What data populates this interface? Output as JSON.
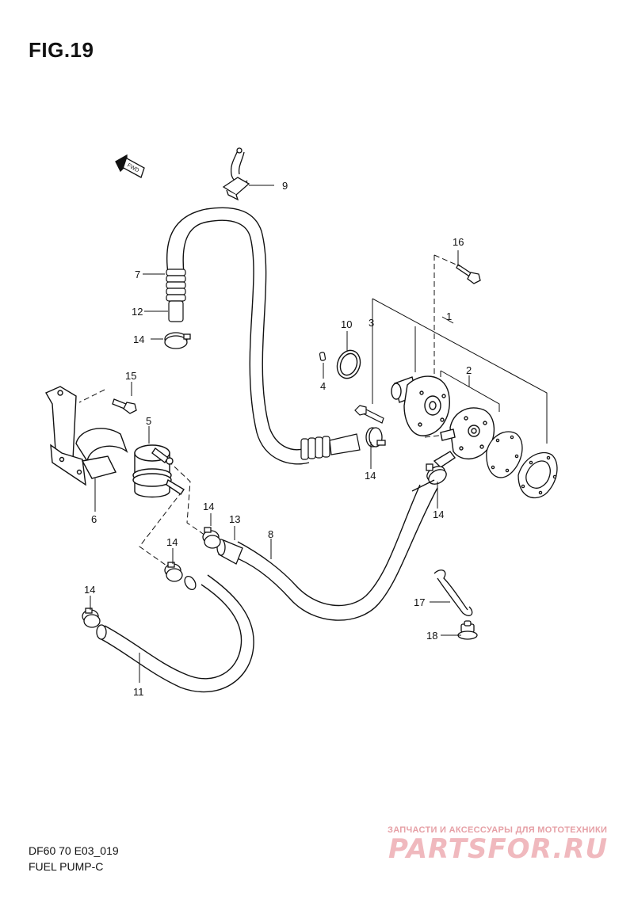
{
  "figure": {
    "title": "FIG.19"
  },
  "direction_tag": "FWD",
  "callouts": [
    {
      "id": "c1",
      "label": "1"
    },
    {
      "id": "c2",
      "label": "2"
    },
    {
      "id": "c3",
      "label": "3"
    },
    {
      "id": "c4",
      "label": "4"
    },
    {
      "id": "c5",
      "label": "5"
    },
    {
      "id": "c6",
      "label": "6"
    },
    {
      "id": "c7",
      "label": "7"
    },
    {
      "id": "c8",
      "label": "8"
    },
    {
      "id": "c9",
      "label": "9"
    },
    {
      "id": "c10",
      "label": "10"
    },
    {
      "id": "c11",
      "label": "11"
    },
    {
      "id": "c12",
      "label": "12"
    },
    {
      "id": "c13",
      "label": "13"
    },
    {
      "id": "c14a",
      "label": "14"
    },
    {
      "id": "c14b",
      "label": "14"
    },
    {
      "id": "c14c",
      "label": "14"
    },
    {
      "id": "c14d",
      "label": "14"
    },
    {
      "id": "c14e",
      "label": "14"
    },
    {
      "id": "c14f",
      "label": "14"
    },
    {
      "id": "c15",
      "label": "15"
    },
    {
      "id": "c16",
      "label": "16"
    },
    {
      "id": "c17",
      "label": "17"
    },
    {
      "id": "c18",
      "label": "18"
    }
  ],
  "footer": {
    "code": "DF60 70 E03_019",
    "name": "FUEL PUMP-C"
  },
  "watermark": {
    "tagline": "ЗАПЧАСТИ И АКСЕССУАРЫ ДЛЯ МОТОТЕХНИКИ",
    "brand": "PARTSFOR.RU",
    "color": "#e8a0a6"
  }
}
